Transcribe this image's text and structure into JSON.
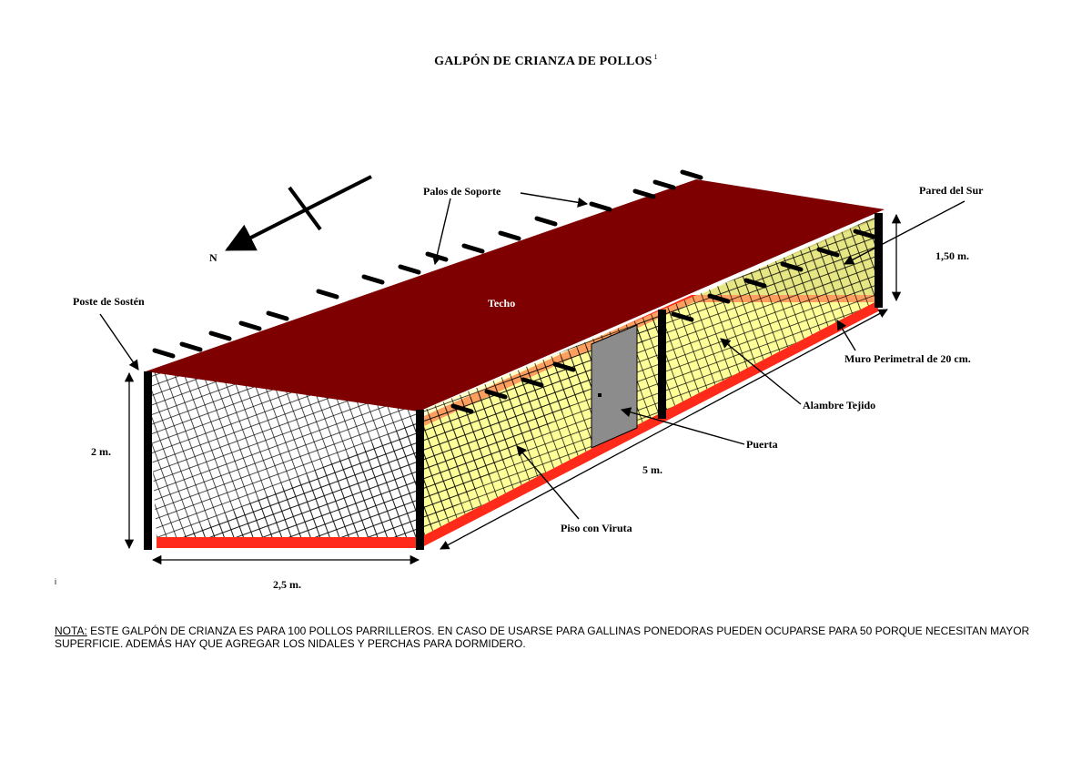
{
  "title": "GALPÓN DE CRIANZA DE POLLOS",
  "title_superscript": "1",
  "labels": {
    "north": "N",
    "support_posts": "Palos de Soporte",
    "south_wall": "Pared del Sur",
    "height_back": "1,50 m.",
    "post": "Poste de Sostén",
    "roof": "Techo",
    "perimeter_wall": "Muro Perimetral de 20 cm.",
    "wire_mesh": "Alambre Tejido",
    "door": "Puerta",
    "length": "5 m.",
    "floor": "Piso con Viruta",
    "height_front": "2 m.",
    "width": "2,5 m."
  },
  "note": {
    "label": "NOTA:",
    "text": " ESTE GALPÓN DE CRIANZA ES PARA 100 POLLOS PARRILLEROS. EN CASO DE USARSE PARA GALLINAS PONEDORAS PUEDEN OCUPARSE PARA 50 PORQUE NECESITAN MAYOR SUPERFICIE. ADEMÁS HAY QUE AGREGAR LOS NIDALES Y PERCHAS PARA DORMIDERO."
  },
  "stray_mark": "i",
  "colors": {
    "roof": "#7f0000",
    "floor": "#ffff99",
    "floor_shade": "#c8c86a",
    "wall_red": "#ff2a1a",
    "door": "#8c8c8c",
    "post": "#000000"
  }
}
